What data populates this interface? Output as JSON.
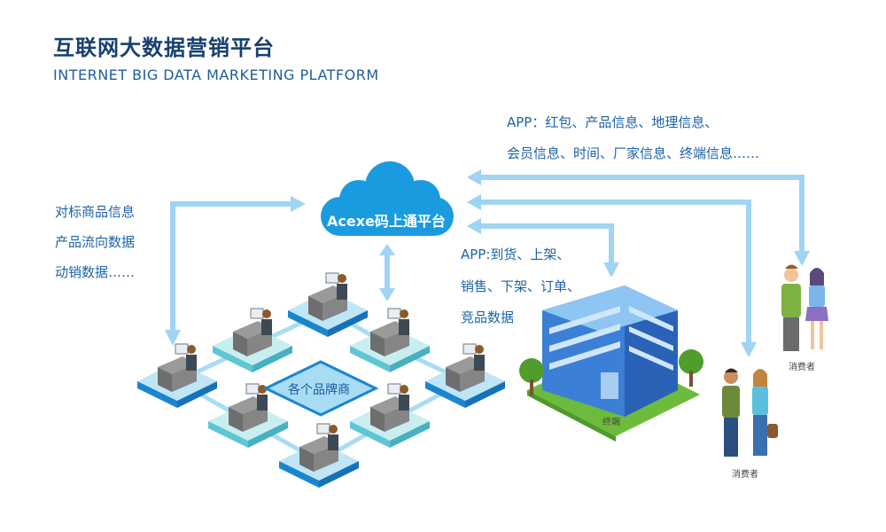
{
  "header": {
    "title": "互联网大数据营销平台",
    "subtitle": "INTERNET BIG DATA MARKETING PLATFORM"
  },
  "cloud": {
    "label": "Acexe码上通平台"
  },
  "left_info": [
    "对标商品信息",
    "产品流向数据",
    "动销数据……"
  ],
  "top_info": [
    "APP：红包、产品信息、地理信息、",
    "会员信息、时间、厂家信息、终端信息……"
  ],
  "mid_info": [
    "APP:到货、上架、",
    "销售、下架、订单、",
    "竞品数据"
  ],
  "brands": {
    "label": "各个品牌商"
  },
  "terminal": {
    "label": "终端"
  },
  "consumers": [
    {
      "label": "消费者"
    },
    {
      "label": "消费者"
    }
  ],
  "colors": {
    "arrow": "#9fd4f3",
    "cloud": "#1a9be0",
    "tile": "#1e8fd8",
    "tile_light": "#5ec6d4",
    "text": "#1d63a8"
  }
}
